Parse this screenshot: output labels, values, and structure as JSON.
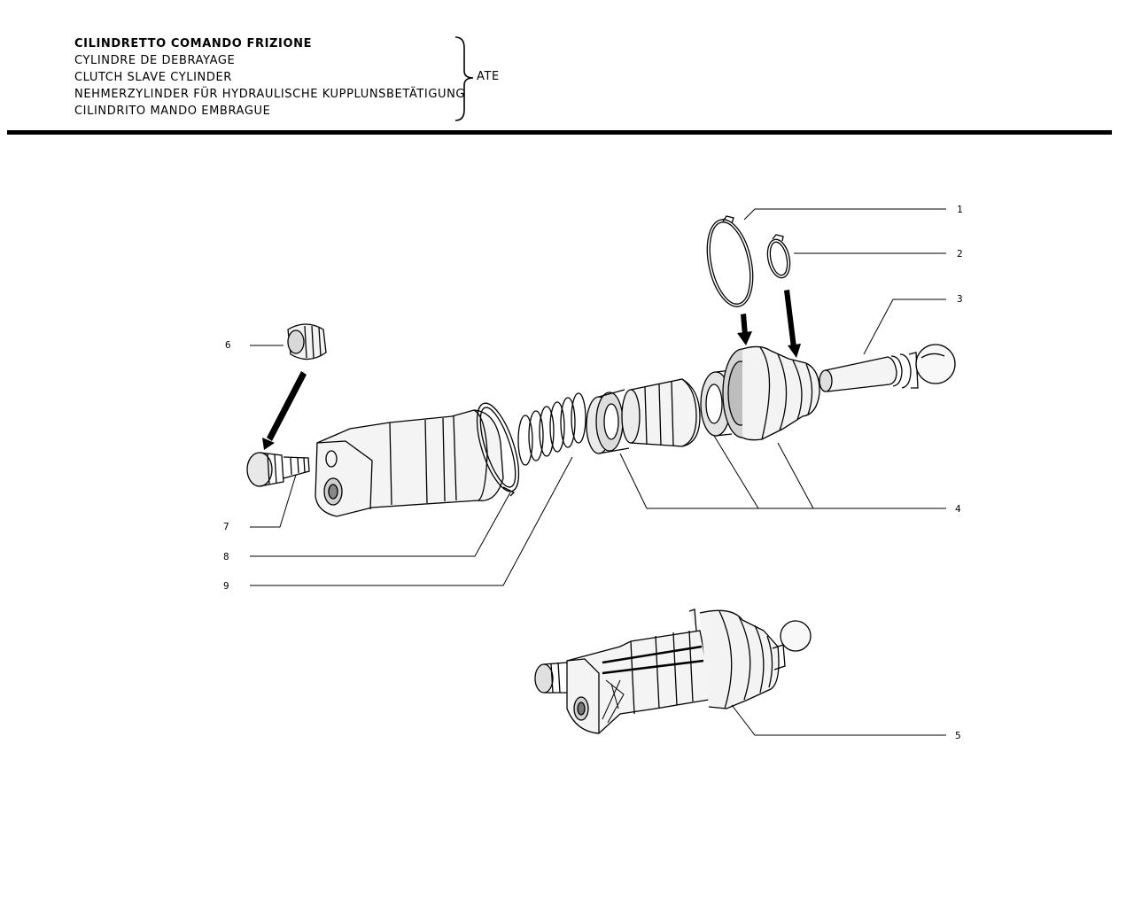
{
  "header": {
    "titles": [
      "CILINDRETTO COMANDO FRIZIONE",
      "CYLINDRE DE DEBRAYAGE",
      "CLUTCH SLAVE CYLINDER",
      "NEHMERZYLINDER FÜR HYDRAULISCHE KUPPLUNSBETÄTIGUNG",
      "CILINDRITO MANDO EMBRAGUE"
    ],
    "manufacturer": "ATE"
  },
  "diagram": {
    "callouts": [
      "1",
      "2",
      "3",
      "4",
      "5",
      "6",
      "7",
      "8",
      "9"
    ]
  }
}
